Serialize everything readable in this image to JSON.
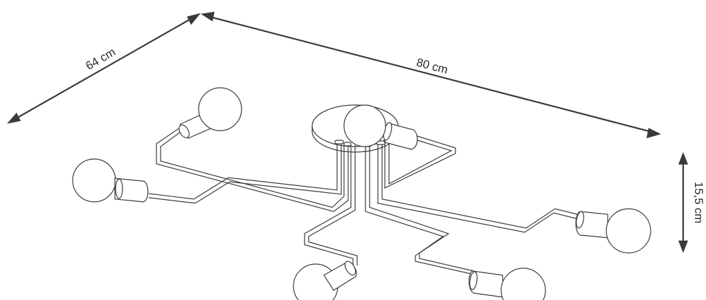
{
  "dimensions": {
    "depth": "64 cm",
    "width": "80 cm",
    "height": "15,5 cm"
  },
  "colors": {
    "line": "#3a3a3a",
    "background": "#ffffff"
  },
  "lamp": {
    "arm_count": 6,
    "bulb_count": 6
  }
}
